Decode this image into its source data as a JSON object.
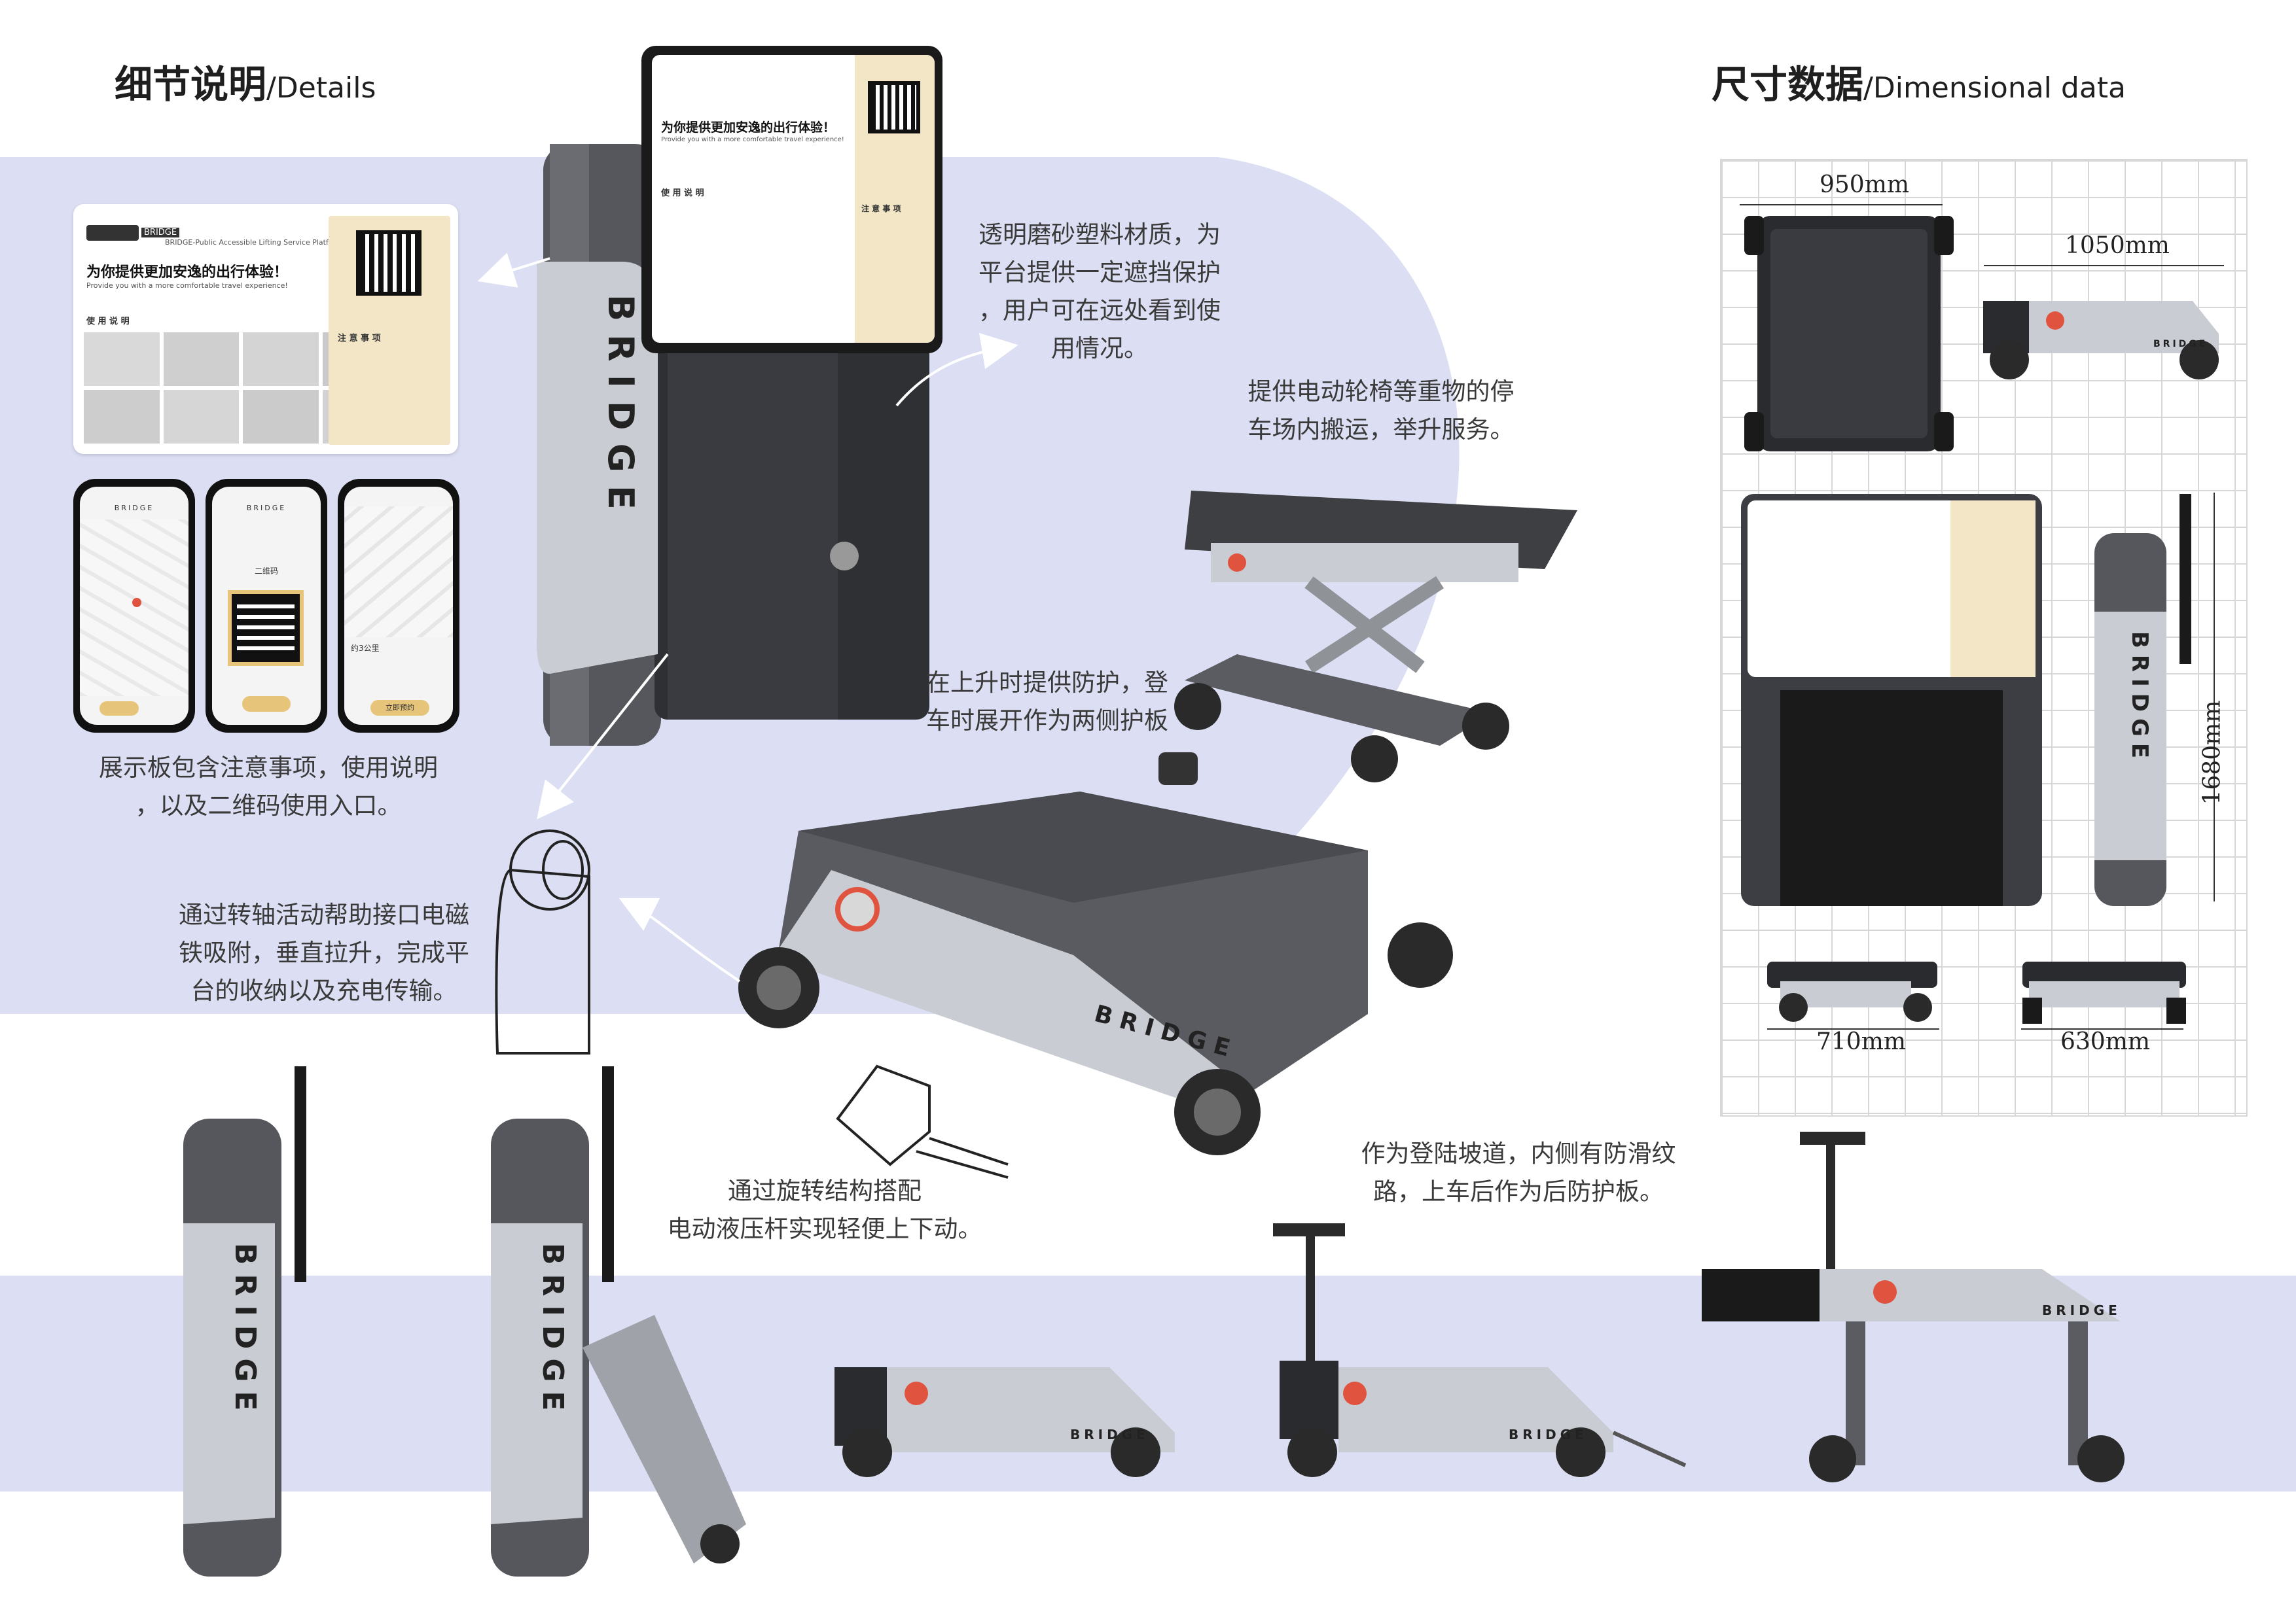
{
  "titles": {
    "details_cn": "细节说明",
    "details_en": "/Details",
    "dims_cn": "尺寸数据",
    "dims_en": "/Dimensional data"
  },
  "annotations": {
    "frosted_panel": [
      "透明磨砂塑料材质，为",
      "平台提供一定遮挡保护",
      "，用户可在远处看到使",
      "用情况。"
    ],
    "lift_service": [
      "提供电动轮椅等重物的停",
      "车场内搬运，举升服务。"
    ],
    "side_guard": [
      "在上升时提供防护，登",
      "车时展开作为两侧护板"
    ],
    "display_board": [
      "展示板包含注意事项，使用说明",
      "，以及二维码使用入口。"
    ],
    "pivot": [
      "通过转轴活动帮助接口电磁",
      "铁吸附，垂直拉升，完成平",
      "台的收纳以及充电传输。"
    ],
    "hydraulic": [
      "通过旋转结构搭配",
      "电动液压杆实现轻便上下动。"
    ],
    "ramp": [
      "作为登陆坡道，内侧有防滑纹",
      "路，上车后作为后防护板。"
    ]
  },
  "board": {
    "brand": "BRIDGE",
    "platform_name": "BRIDGE-Public Accessible Lifting Service Platform",
    "headline": "为你提供更加安逸的出行体验！",
    "subline": "Provide you with a more comfortable travel experience!",
    "instructions_label": "使 用 说 明",
    "notice_label": "注 意 事 项"
  },
  "phones": {
    "brand": "BRIDGE",
    "qr_caption": "二维码",
    "distance_text": "约3公里",
    "button_label": "立即预约"
  },
  "product_label": "BRIDGE",
  "dimensions": {
    "top_width": "950mm",
    "side_length": "1050mm",
    "height": "1680mm",
    "folded_length": "710mm",
    "folded_width": "630mm"
  },
  "colors": {
    "band": "#dcdff3",
    "body_silver": "#c9ccd3",
    "body_dark": "#3b3c40",
    "accent_red": "#e0533f",
    "board_cream": "#f2e6c6"
  }
}
